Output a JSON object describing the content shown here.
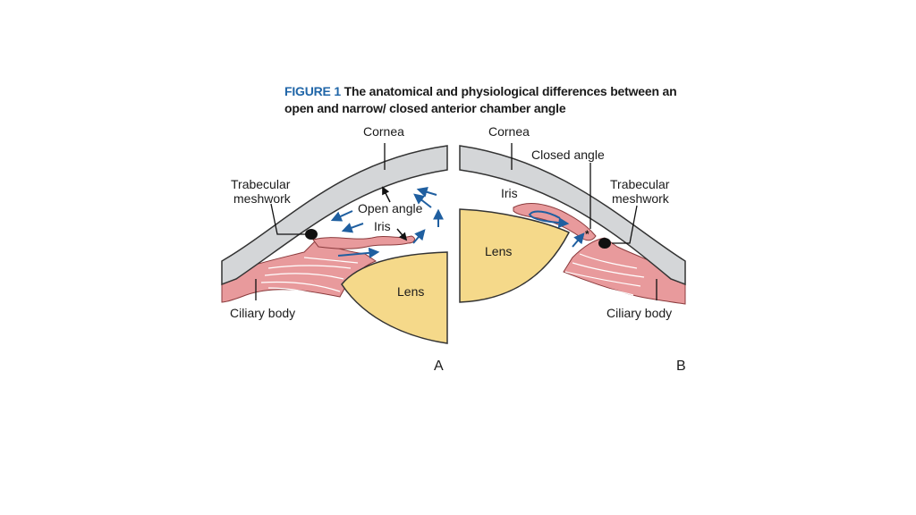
{
  "figure": {
    "label": "FIGURE 1",
    "title_line1": "The anatomical and physiological differences between an",
    "title_line2": "open and narrow/ closed anterior chamber angle"
  },
  "panel_a": {
    "letter": "A",
    "cornea": "Cornea",
    "trabecular_line1": "Trabecular",
    "trabecular_line2": "meshwork",
    "open_angle": "Open angle",
    "iris": "Iris",
    "lens": "Lens",
    "ciliary_body": "Ciliary body"
  },
  "panel_b": {
    "letter": "B",
    "cornea": "Cornea",
    "closed_angle": "Closed angle",
    "iris": "Iris",
    "trabecular_line1": "Trabecular",
    "trabecular_line2": "meshwork",
    "lens": "Lens",
    "ciliary_body": "Ciliary body",
    "star": "*"
  },
  "colors": {
    "cornea": "#d4d6d8",
    "tissue": "#e89a9c",
    "lens": "#f5d98a",
    "flow_arrow": "#1f5fa0",
    "outline": "#333333"
  }
}
